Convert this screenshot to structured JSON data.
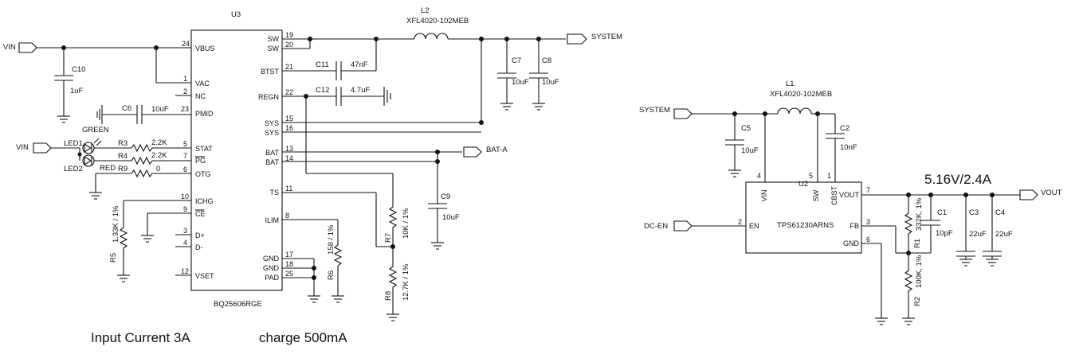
{
  "u3": {
    "ref": "U3",
    "part": "BQ25606RGE",
    "pins_left": [
      {
        "num": "24",
        "name": "VBUS"
      },
      {
        "num": "1",
        "name": "VAC"
      },
      {
        "num": "2",
        "name": "NC"
      },
      {
        "num": "23",
        "name": "PMID"
      },
      {
        "num": "5",
        "name": "STAT"
      },
      {
        "num": "7",
        "name": "PG"
      },
      {
        "num": "6",
        "name": "OTG"
      },
      {
        "num": "10",
        "name": "ICHG"
      },
      {
        "num": "9",
        "name": "CE"
      },
      {
        "num": "3",
        "name": "D+"
      },
      {
        "num": "4",
        "name": "D-"
      },
      {
        "num": "12",
        "name": "VSET"
      }
    ],
    "pins_right": [
      {
        "num": "19",
        "name": "SW"
      },
      {
        "num": "20",
        "name": "SW"
      },
      {
        "num": "21",
        "name": "BTST"
      },
      {
        "num": "22",
        "name": "REGN"
      },
      {
        "num": "15",
        "name": "SYS"
      },
      {
        "num": "16",
        "name": "SYS"
      },
      {
        "num": "13",
        "name": "BAT"
      },
      {
        "num": "14",
        "name": "BAT"
      },
      {
        "num": "11",
        "name": "TS"
      },
      {
        "num": "8",
        "name": "ILIM"
      },
      {
        "num": "17",
        "name": "GND"
      },
      {
        "num": "18",
        "name": "GND"
      },
      {
        "num": "25",
        "name": "PAD"
      }
    ]
  },
  "u2": {
    "ref": "U2",
    "part": "TPS61230ARNS",
    "pins": [
      {
        "num": "4",
        "name": "VIN"
      },
      {
        "num": "5",
        "name": "SW"
      },
      {
        "num": "1",
        "name": "CBST"
      },
      {
        "num": "7",
        "name": "VOUT"
      },
      {
        "num": "2",
        "name": "EN"
      },
      {
        "num": "3",
        "name": "FB"
      },
      {
        "num": "6",
        "name": "GND"
      }
    ]
  },
  "ports": {
    "vin1": "VIN",
    "vin2": "VIN",
    "system1": "SYSTEM",
    "bat_a": "BAT-A",
    "system2": "SYSTEM",
    "dc_en": "DC-EN",
    "vout": "VOUT"
  },
  "inductors": [
    {
      "ref": "L2",
      "part": "XFL4020-102MEB"
    },
    {
      "ref": "L1",
      "part": "XFL4020-102MEB"
    }
  ],
  "capacitors": [
    {
      "ref": "C10",
      "value": "1uF"
    },
    {
      "ref": "C6",
      "value": "10uF"
    },
    {
      "ref": "C11",
      "value": "47nF"
    },
    {
      "ref": "C12",
      "value": "4.7uF"
    },
    {
      "ref": "C7",
      "value": "10uF"
    },
    {
      "ref": "C8",
      "value": "10uF"
    },
    {
      "ref": "C9",
      "value": "10uF"
    },
    {
      "ref": "C5",
      "value": "10uF"
    },
    {
      "ref": "C2",
      "value": "10nF"
    },
    {
      "ref": "C1",
      "value": "10pF"
    },
    {
      "ref": "C3",
      "value": "22uF"
    },
    {
      "ref": "C4",
      "value": "22uF"
    }
  ],
  "resistors": [
    {
      "ref": "R3",
      "value": "2.2K"
    },
    {
      "ref": "R4",
      "value": "2.2K"
    },
    {
      "ref": "R9",
      "value": "0"
    },
    {
      "ref": "R5",
      "value": "1.33K / 1%"
    },
    {
      "ref": "R6",
      "value": "158 / 1%"
    },
    {
      "ref": "R7",
      "value": "10K / 1%"
    },
    {
      "ref": "R8",
      "value": "12.7K / 1%"
    },
    {
      "ref": "R1",
      "value": "332K, 1%"
    },
    {
      "ref": "R2",
      "value": "100K, 1%"
    }
  ],
  "leds": [
    {
      "ref": "LED1",
      "color": "GREEN"
    },
    {
      "ref": "LED2",
      "color": "RED"
    }
  ],
  "notes": {
    "input_current": "Input Current 3A",
    "charge": "charge 500mA",
    "output_spec": "5.16V/2.4A"
  }
}
